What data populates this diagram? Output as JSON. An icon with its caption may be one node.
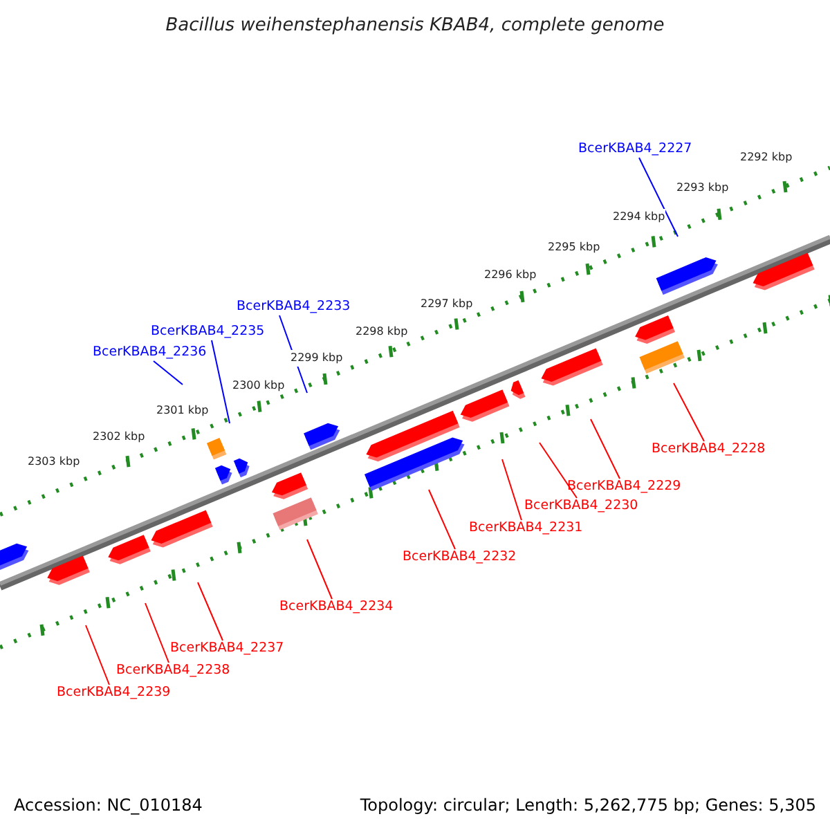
{
  "diagram": {
    "title": "Bacillus weihenstephanensis KBAB4, complete genome",
    "nodes": [
      {
        "text": [
          "BcerKBAB4_2227"
        ]
      },
      {
        "text": [
          "BcerKBAB4_2233"
        ]
      },
      {
        "text": [
          "BcerKBAB4_2235"
        ]
      },
      {
        "text": [
          "BcerKBAB4_2236"
        ]
      },
      {
        "text": [
          "BcerKBAB4_2228"
        ]
      },
      {
        "text": [
          "BcerKBAB4_2229"
        ]
      },
      {
        "text": [
          "BcerKBAB4_2230"
        ]
      },
      {
        "text": [
          "BcerKBAB4_2231"
        ]
      },
      {
        "text": [
          "BcerKBAB4_2232"
        ]
      },
      {
        "text": [
          "BcerKBAB4_2234"
        ]
      },
      {
        "text": [
          "BcerKBAB4_2237"
        ]
      },
      {
        "text": [
          "BcerKBAB4_2238"
        ]
      },
      {
        "text": [
          "BcerKBAB4_2239"
        ]
      }
    ],
    "edges": [
      {
        "from": 0,
        "to": null,
        "arrow": "none",
        "color": "#0000ff"
      },
      {
        "from": 1,
        "to": null,
        "arrow": "none",
        "color": "#0000ff"
      },
      {
        "from": 2,
        "to": null,
        "arrow": "none",
        "color": "#0000ff"
      },
      {
        "from": 3,
        "to": null,
        "arrow": "none",
        "color": "#0000ff"
      },
      {
        "from": 4,
        "to": null,
        "arrow": "none"
      },
      {
        "from": 5,
        "to": null,
        "arrow": "none"
      },
      {
        "from": 6,
        "to": null,
        "arrow": "none"
      },
      {
        "from": 7,
        "to": null,
        "arrow": "none"
      },
      {
        "from": 8,
        "to": null,
        "arrow": "none"
      },
      {
        "from": 9,
        "to": null,
        "arrow": "none"
      },
      {
        "from": 10,
        "to": null,
        "arrow": "none"
      },
      {
        "from": 11,
        "to": null,
        "arrow": "none"
      },
      {
        "from": 12,
        "to": null,
        "arrow": "none"
      }
    ],
    "labels": [
      "2292 kbp",
      "2293 kbp",
      "2294 kbp",
      "2295 kbp",
      "2296 kbp",
      "2297 kbp",
      "2298 kbp",
      "2299 kbp",
      "2300 kbp",
      "2301 kbp",
      "2302 kbp",
      "2303 kbp",
      "Accession: NC_010184",
      "Topology: circular; Length: 5,262,775 bp; Genes: 5,305"
    ]
  }
}
